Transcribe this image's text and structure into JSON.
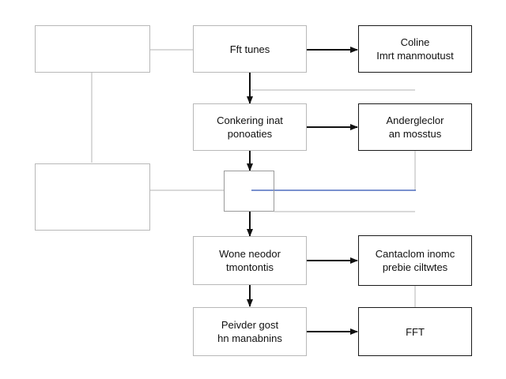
{
  "diagram": {
    "boxes": {
      "blank_top": [],
      "blank_mid": [],
      "junction": [],
      "step1": [
        "Fft tunes"
      ],
      "step2": [
        "Conkering inat",
        "ponoaties"
      ],
      "step3": [
        "Wone neodor",
        "tmontontis"
      ],
      "step4": [
        "Peivder gost",
        "hn manabnins"
      ],
      "out1": [
        "Coline",
        "Imrt manmoutust"
      ],
      "out2": [
        "Andergleclor",
        "an mosstus"
      ],
      "out3": [
        "Cantaclom inomc",
        "prebie ciltwtes"
      ],
      "out4": [
        "FFT"
      ]
    },
    "colors": {
      "arrow": "#111111",
      "connector": "#c2c2c2",
      "highlight": "#2a4fb0"
    }
  }
}
